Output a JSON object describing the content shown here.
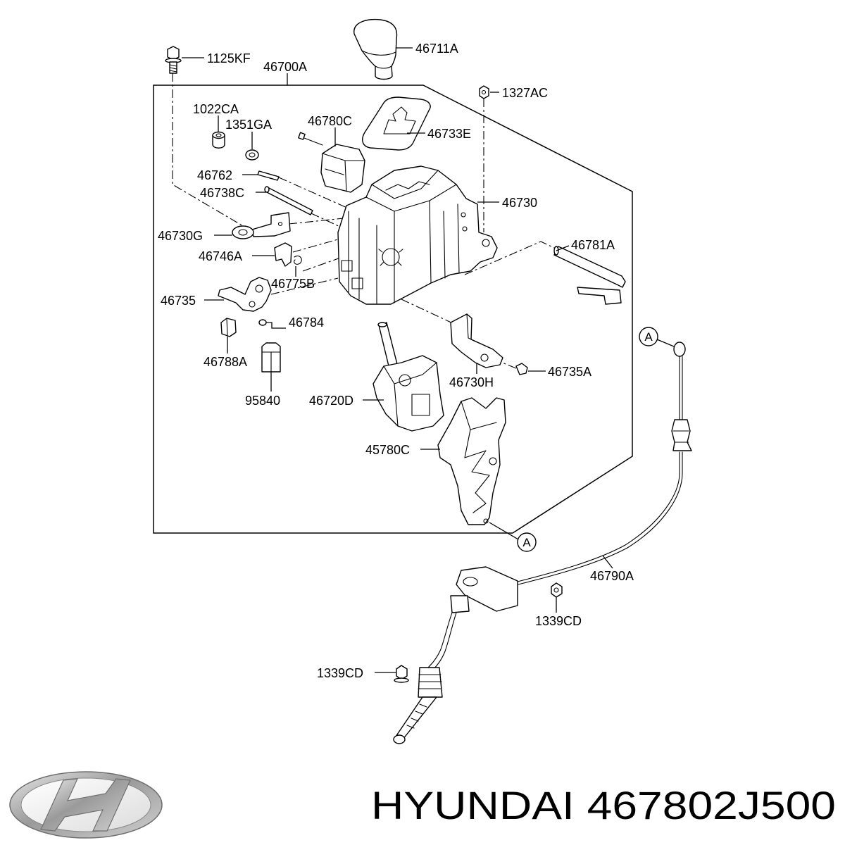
{
  "diagram": {
    "callouts": [
      "1125KF",
      "46700A",
      "46711A",
      "1327AC",
      "1022CA",
      "1351GA",
      "46780C",
      "46733E",
      "46762",
      "46738C",
      "46730",
      "46730G",
      "46781A",
      "46746A",
      "46775B",
      "46735",
      "46784",
      "46788A",
      "46735A",
      "46730H",
      "95840",
      "46720D",
      "45780C",
      "46790A",
      "1339CD",
      "1339CD"
    ],
    "markers": [
      "A",
      "A"
    ]
  },
  "footer": {
    "caption": "HYUNDAI 467802J500",
    "logo_icon": "hyundai-logo"
  },
  "colors": {
    "background": "#ffffff",
    "line": "#000000",
    "logo_silver": "#a9a9a9"
  }
}
